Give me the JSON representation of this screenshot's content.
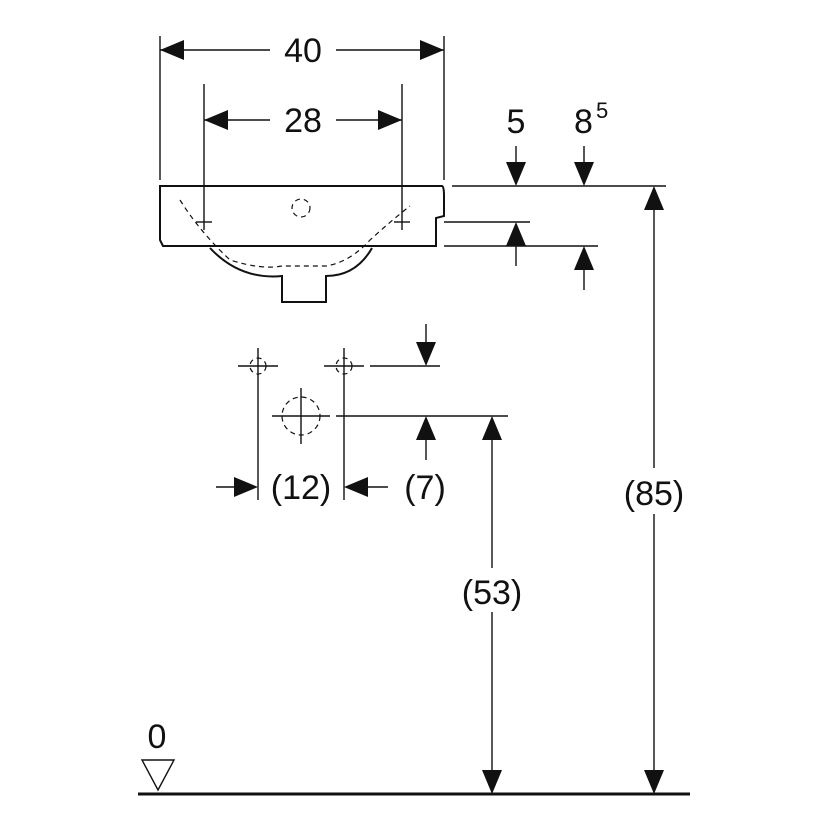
{
  "dimensions": {
    "width_outer": "40",
    "width_holes": "28",
    "depth_rim": "5",
    "depth_overflow_main": "8",
    "depth_overflow_sup": "5",
    "waste_offset_left": "(12)",
    "waste_offset_right": "(7)",
    "waste_height": "(53)",
    "rim_height": "(85)",
    "floor_level": "0"
  }
}
